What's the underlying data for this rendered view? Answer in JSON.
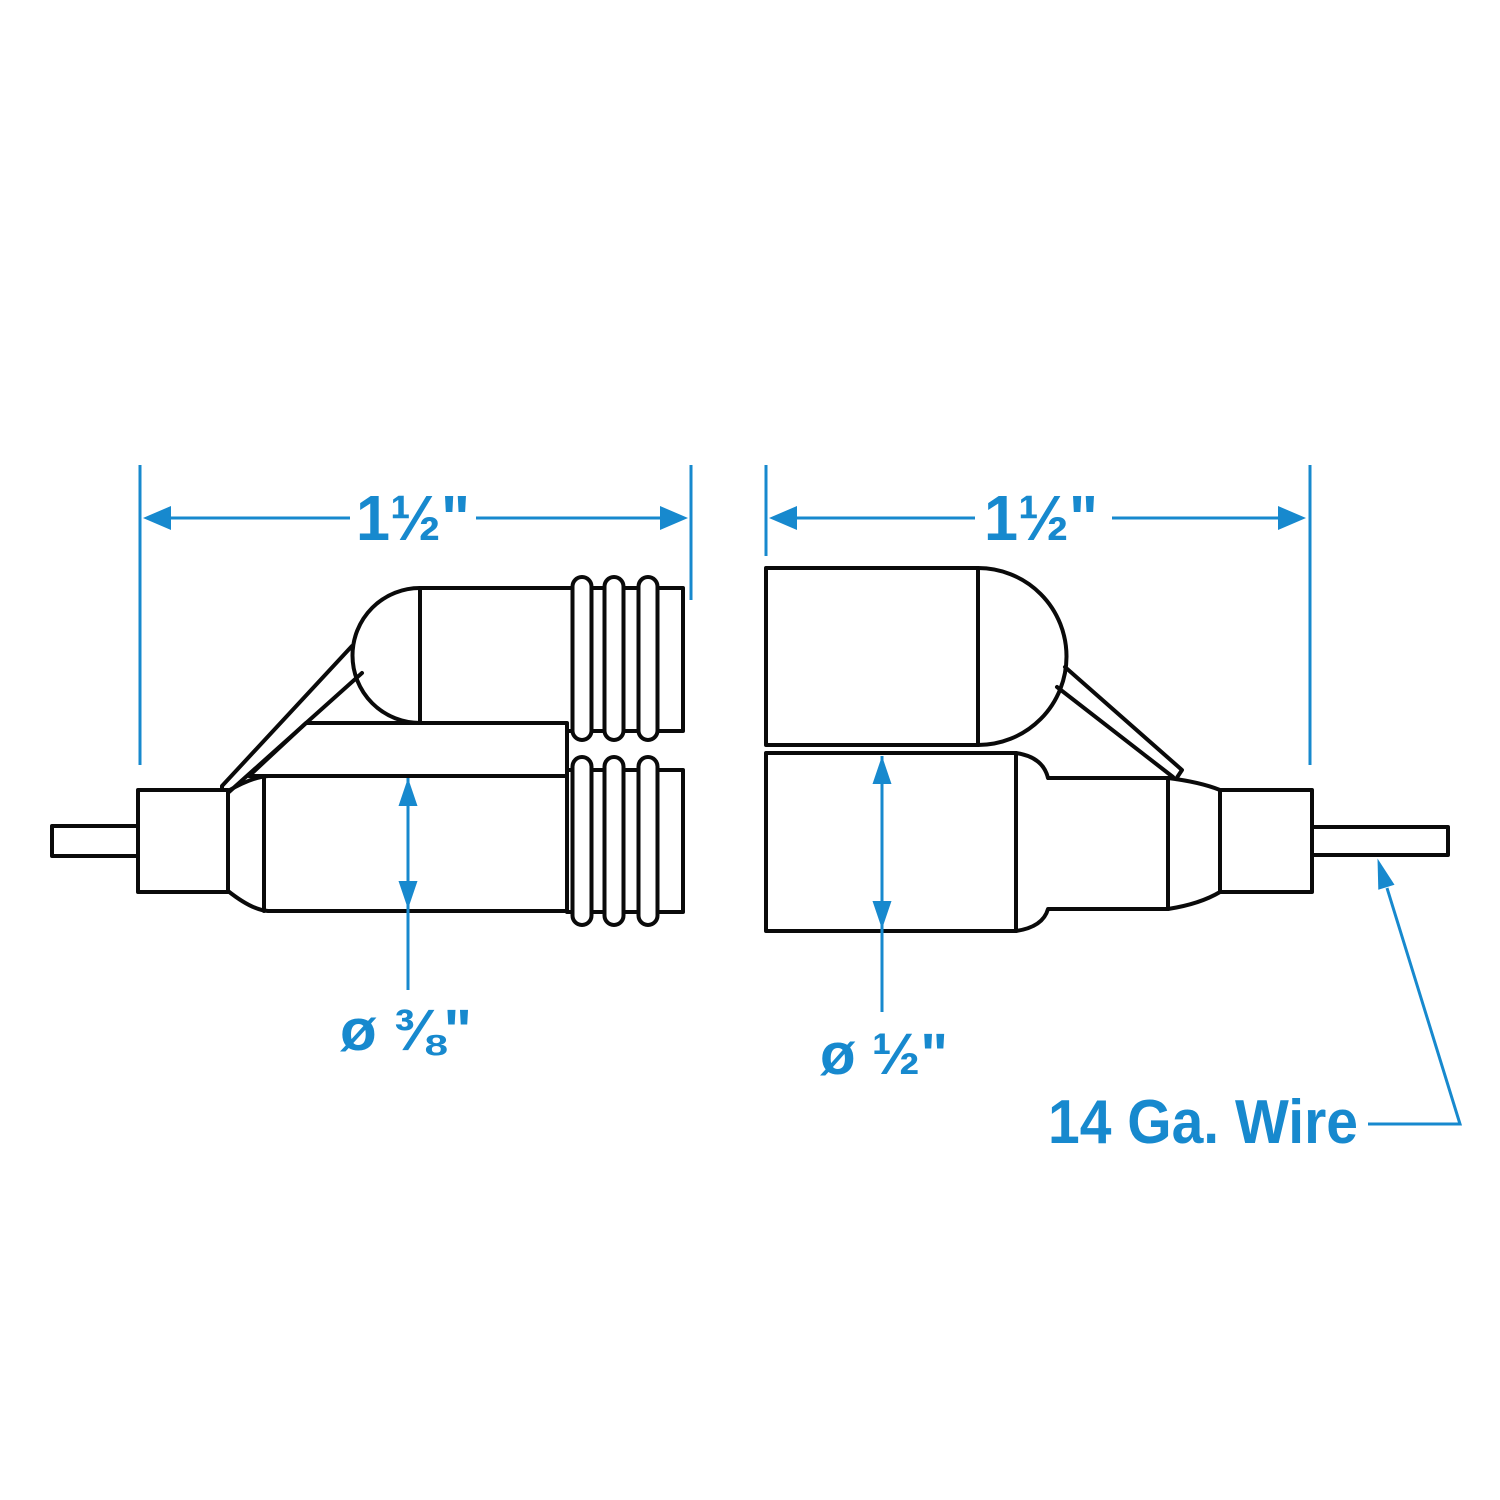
{
  "diagram": {
    "type": "technical-drawing",
    "subject": "Two-piece quick-disconnect bullet wire connector, side views with dimensions",
    "colors": {
      "outline": "#0a0a0a",
      "accent_blue": "#1789ce",
      "background": "#ffffff"
    },
    "labels": {
      "left_connector_width": "1½\"",
      "right_connector_width": "1½\"",
      "left_connector_diameter": "ø ⅜\"",
      "right_connector_diameter": "ø ½\"",
      "wire_gauge": "14 Ga. Wire"
    }
  }
}
